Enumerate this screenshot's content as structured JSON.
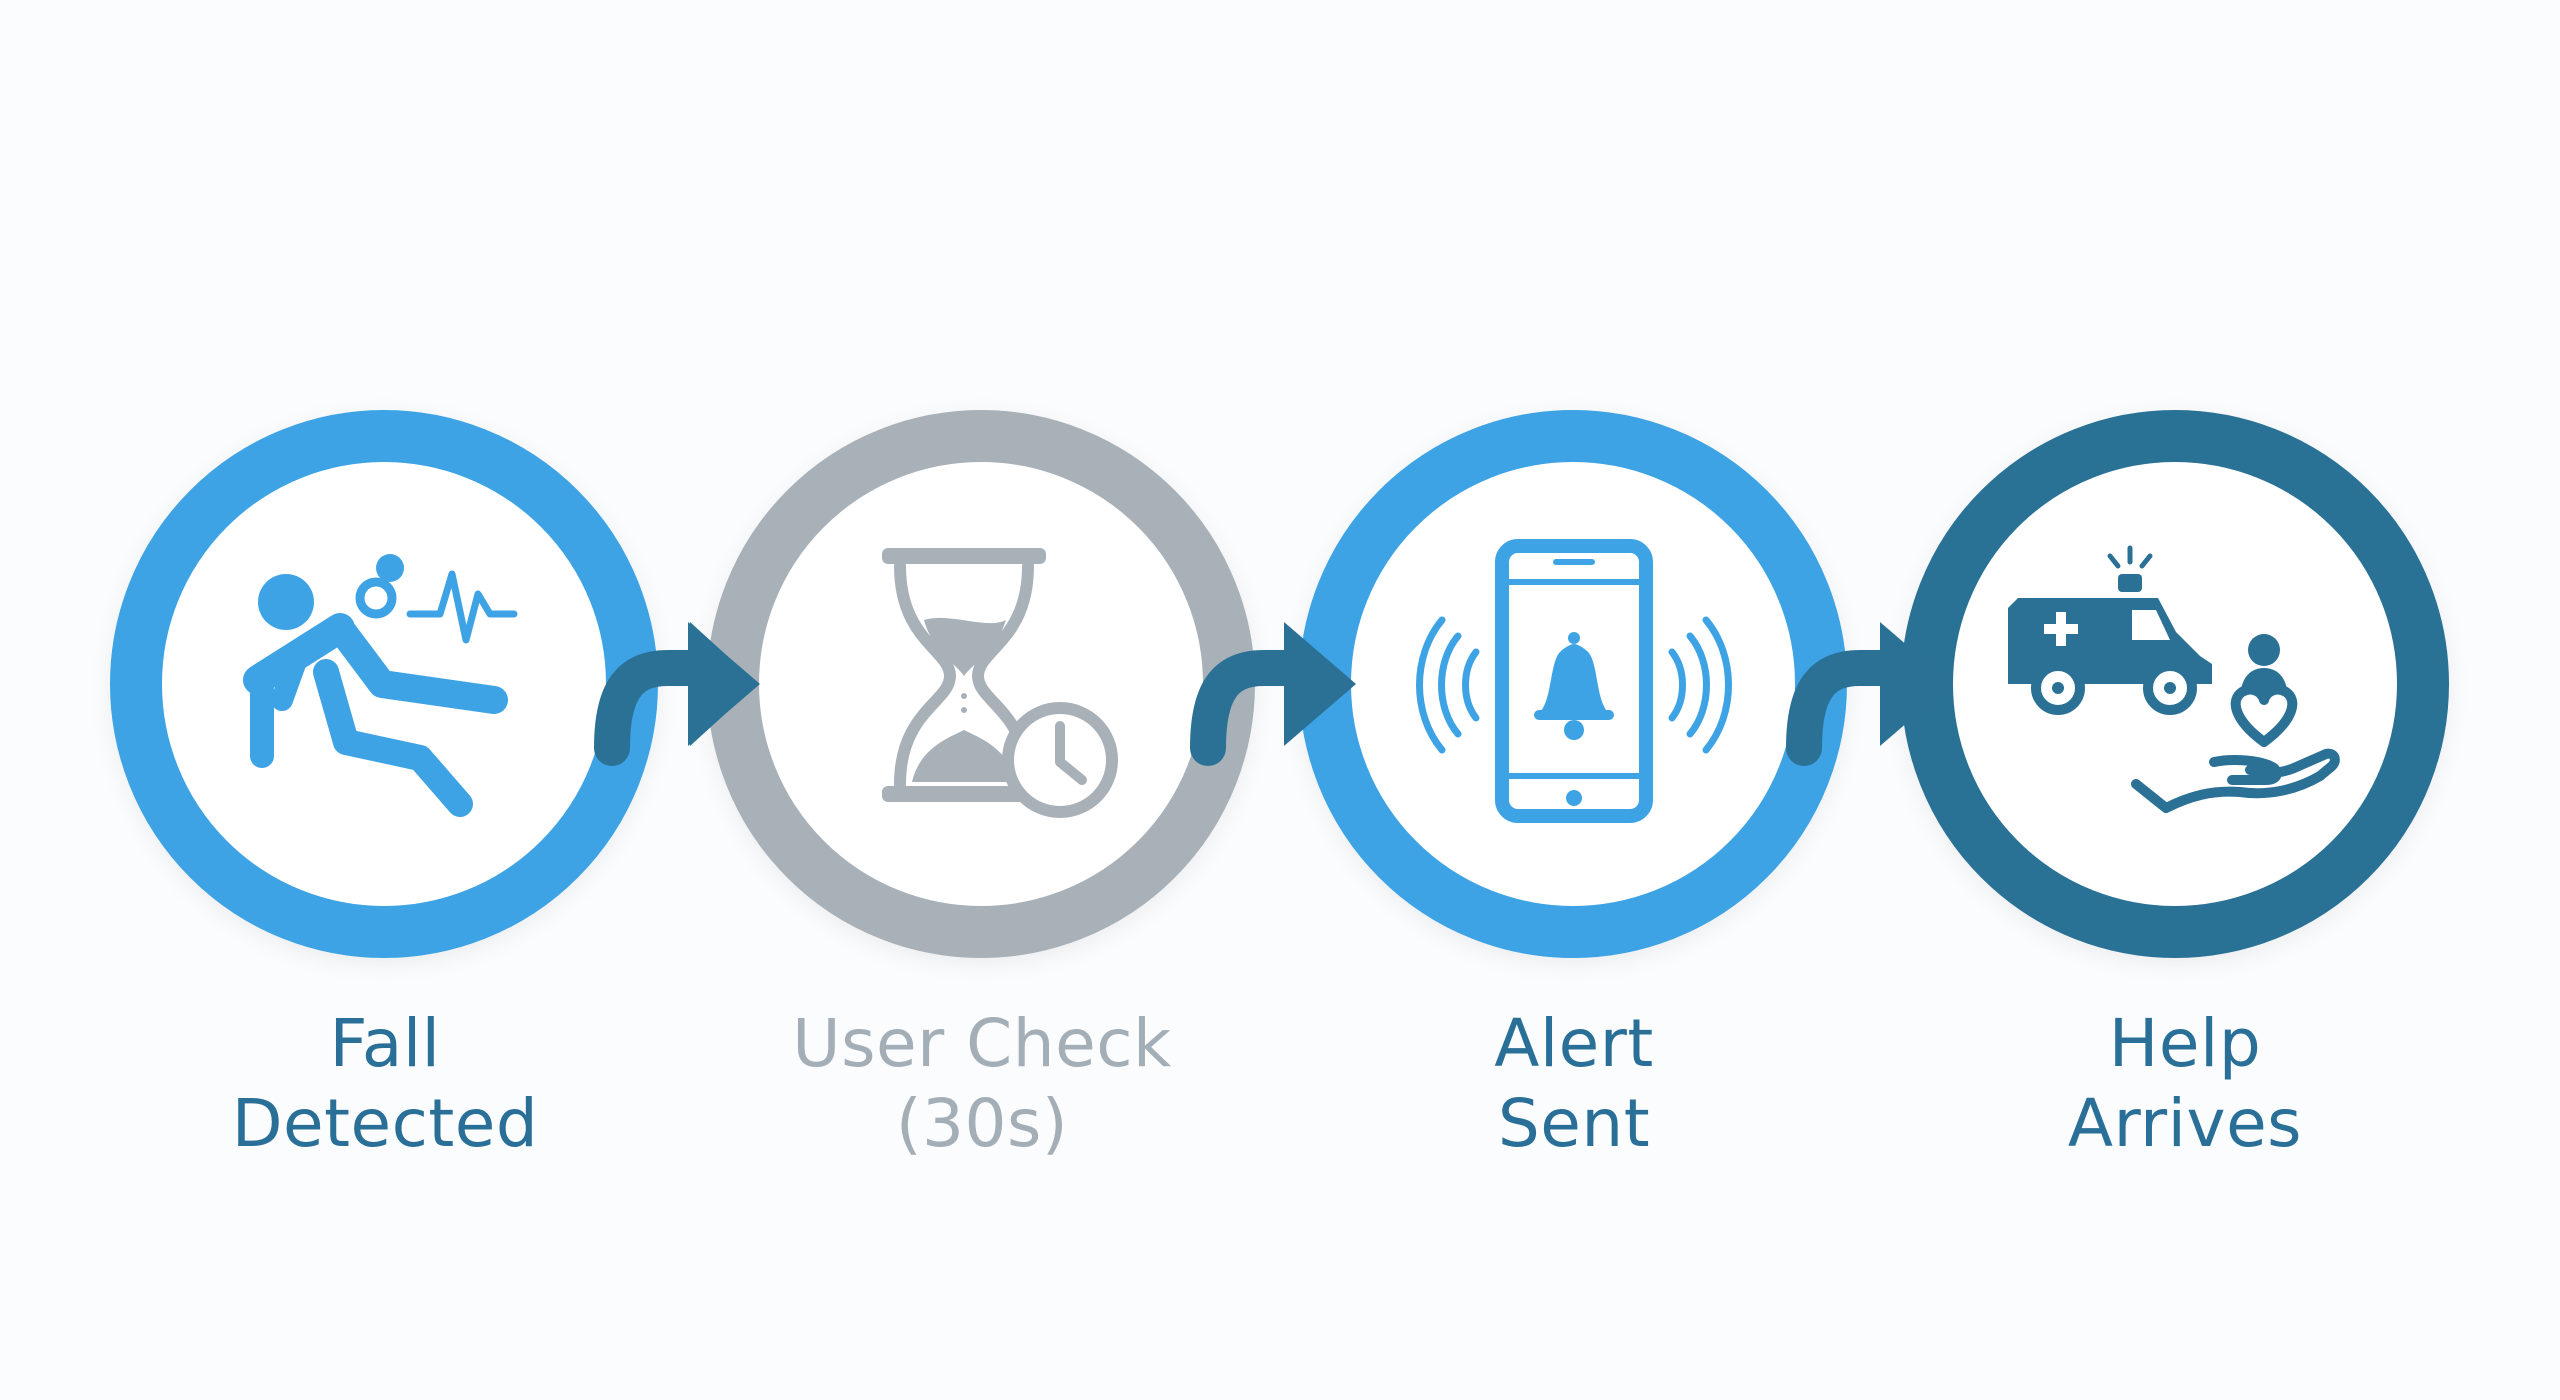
{
  "colors": {
    "bright_blue": "#3ea3e4",
    "muted_gray": "#a9b1b8",
    "dark_teal": "#2b7196",
    "label_dark": "#2a6f97",
    "label_gray": "#a3aeb6",
    "background": "#fbfcfd"
  },
  "steps": [
    {
      "line1": "Fall",
      "line2": "Detected",
      "icon": "fall-detected-icon",
      "state": "active"
    },
    {
      "line1": "User Check",
      "line2": "(30s)",
      "icon": "hourglass-timer-icon",
      "state": "pending"
    },
    {
      "line1": "Alert",
      "line2": "Sent",
      "icon": "phone-alert-icon",
      "state": "active"
    },
    {
      "line1": "Help",
      "line2": "Arrives",
      "icon": "ambulance-care-icon",
      "state": "active"
    }
  ]
}
